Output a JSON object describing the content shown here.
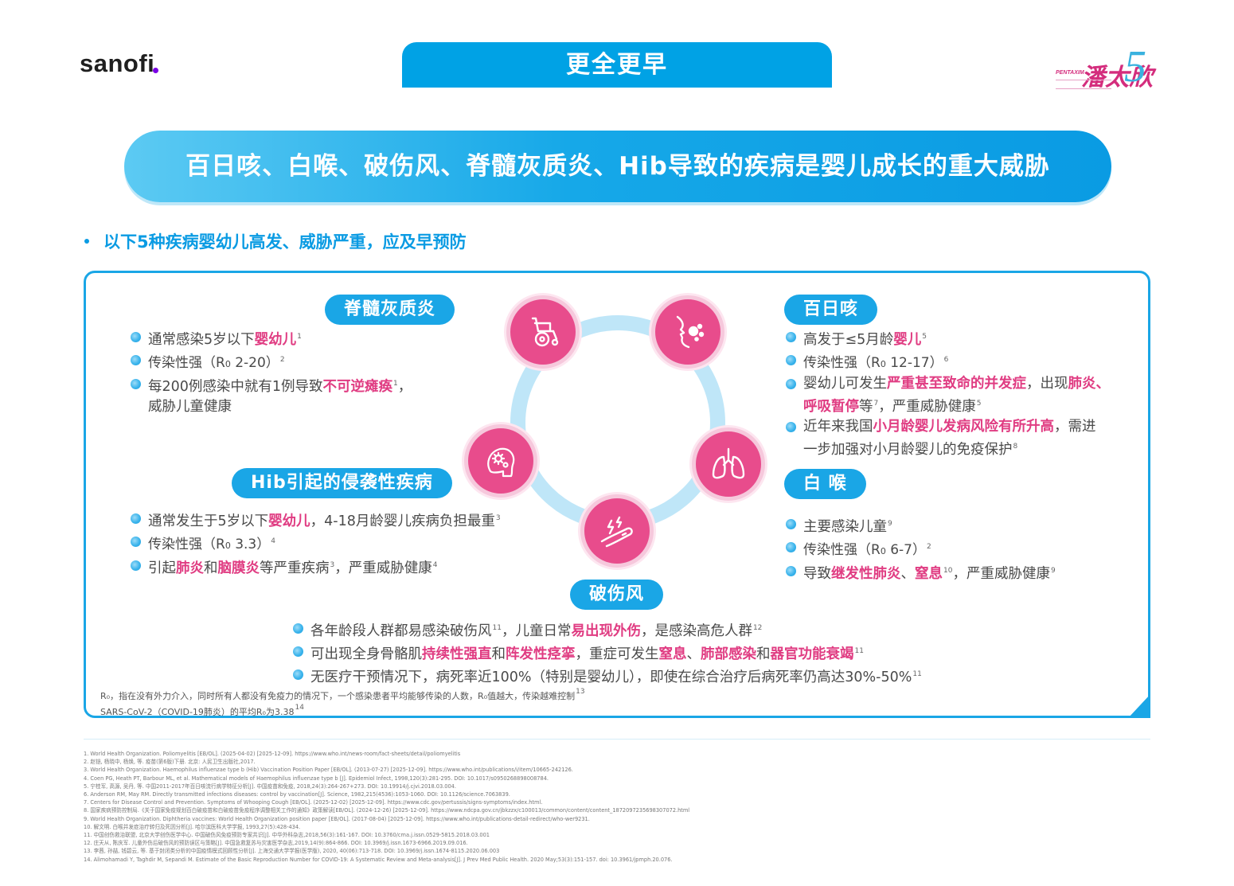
{
  "brand": {
    "name": "sanofi"
  },
  "header": {
    "tab_title": "更全更早"
  },
  "product_logo": {
    "latin": "PENTAXIM",
    "cn": "潘太欣",
    "number": "5"
  },
  "banner": {
    "title": "百日咳、白喉、破伤风、脊髓灰质炎、Hib导致的疾病是婴儿成长的重大威胁"
  },
  "subheading": "以下5种疾病婴幼儿高发、威胁严重，应及早预防",
  "colors": {
    "accent_blue": "#1aa6e6",
    "highlight_pink": "#e03c82",
    "icon_pink": "#e84c8c"
  },
  "icons": [
    "wheelchair-icon",
    "cough-icon",
    "lungs-icon",
    "wound-icon",
    "bacteria-icon"
  ],
  "diseases": {
    "polio": {
      "name": "脊髓灰质炎",
      "b1_pre": "通常感染5岁以下",
      "b1_hl": "婴幼儿",
      "b1_sup": "1",
      "b2_pre": "传染性强（R",
      "b2_sub": "0",
      "b2_post": " 2-20）",
      "b2_sup": "2",
      "b3_pre": "每200例感染中就有1例导致",
      "b3_hl": "不可逆瘫痪",
      "b3_sup": "1",
      "b3_post": "，",
      "b3_line2": "威胁儿童健康"
    },
    "hib": {
      "name": "Hib引起的侵袭性疾病",
      "b1_pre": "通常发生于5岁以下",
      "b1_hl": "婴幼儿",
      "b1_post": "，4-18月龄婴儿疾病负担最重",
      "b1_sup": "3",
      "b2_pre": "传染性强（R",
      "b2_sub": "0",
      "b2_post": " 3.3）",
      "b2_sup": "4",
      "b3_pre": "引起",
      "b3_hl1": "肺炎",
      "b3_mid": "和",
      "b3_hl2": "脑膜炎",
      "b3_post1": "等严重疾病",
      "b3_sup1": "3",
      "b3_post2": "，严重威胁健康",
      "b3_sup2": "4"
    },
    "pertussis": {
      "name": "百日咳",
      "b1_pre": "高发于≤5月龄",
      "b1_hl": "婴儿",
      "b1_sup": "5",
      "b2_pre": "传染性强（R",
      "b2_sub": "0",
      "b2_post": " 12-17）",
      "b2_sup": "6",
      "b3_pre": "婴幼儿可发生",
      "b3_hl1": "严重甚至致命的并发症",
      "b3_mid": "，出现",
      "b3_hl2": "肺炎、",
      "b3_l2_hl": "呼吸暂停",
      "b3_l2_mid": "等",
      "b3_l2_sup1": "7",
      "b3_l2_post": "，严重威胁健康",
      "b3_l2_sup2": "5",
      "b4_pre": "近年来我国",
      "b4_hl": "小月龄婴儿发病风险有所升高",
      "b4_post": "，需进",
      "b4_line2": "一步加强对小月龄婴儿的免疫保护",
      "b4_sup": "8"
    },
    "diphtheria": {
      "name": "白 喉",
      "b1": "主要感染儿童",
      "b1_sup": "9",
      "b2_pre": "传染性强（R",
      "b2_sub": "0",
      "b2_post": " 6-7）",
      "b2_sup": "2",
      "b3_pre": "导致",
      "b3_hl1": "继发性肺炎",
      "b3_mid": "、",
      "b3_hl2": "窒息",
      "b3_sup1": "10",
      "b3_post": "，严重威胁健康",
      "b3_sup2": "9"
    },
    "tetanus": {
      "name": "破伤风",
      "b1_pre": "各年龄段人群都易感染破伤风",
      "b1_sup1": "11",
      "b1_mid": "，儿童日常",
      "b1_hl": "易出现外伤",
      "b1_post": "，是感染高危人群",
      "b1_sup2": "12",
      "b2_pre": "可出现全身骨骼肌",
      "b2_hl1": "持续性强直",
      "b2_mid1": "和",
      "b2_hl2": "阵发性痉挛",
      "b2_mid2": "，重症可发生",
      "b2_hl3": "窒息",
      "b2_mid3": "、",
      "b2_hl4": "肺部感染",
      "b2_mid4": "和",
      "b2_hl5": "器官功能衰竭",
      "b2_sup": "11",
      "b3": "无医疗干预情况下，病死率近100%（特别是婴幼儿），即使在综合治疗后病死率仍高达30%-50%",
      "b3_sup": "11"
    }
  },
  "footnote": {
    "line1": "R₀，指在没有外力介入，同时所有人都没有免疫力的情况下，一个感染患者平均能够传染的人数，R₀值越大，传染越难控制",
    "line1_sup": "13",
    "line2": "SARS-CoV-2（COVID-19肺炎）的平均R₀为3.38",
    "line2_sup": "14"
  },
  "references": [
    "1. World Health Organization. Poliomyelitis [EB/OL]. (2025-04-02) [2025-12-09]. https://www.who.int/news-room/fact-sheets/detail/poliomyelitis",
    "2. 赵铠, 杨晓中, 杨焕, 等. 疫苗(第6版)下册. 北京: 人民卫生出版社,2017.",
    "3. World Health Organization. Haemophilus influenzae type b (Hib) Vaccination Position Paper [EB/OL]. (2013-07-27) [2025-12-09]. https://www.who.int/publications/i/item/10665-242126.",
    "4. Coen PG, Heath PT, Barbour ML, et al. Mathematical models of Haemophilus influenzae type b [J]. Epidemiol Infect, 1998,120(3):281-295. DOI: 10.1017/s0950268898008784.",
    "5. 宁桂军, 高源, 吴丹, 等. 中国2011-2017年百日咳流行病学特征分析[J]. 中国疫苗和免疫, 2018,24(3):264-267+273. DOI: 10.19914/j.cjvi.2018.03.004.",
    "6. Anderson RM, May RM. Directly transmitted infections diseases: control by vaccination[J]. Science, 1982,215(4536):1053-1060. DOI: 10.1126/science.7063839.",
    "7. Centers for Disease Control and Prevention. Symptoms of Whooping Cough [EB/OL]. (2025-12-02) [2025-12-09]. https://www.cdc.gov/pertussis/signs-symptoms/index.html.",
    "8. 国家疾病预防控制局.《关于国家免疫规划百白破疫苗和白破疫苗免疫程序调整相关工作的通知》政策解读[EB/OL]. (2024-12-26) [2025-12-09]. https://www.ndcpa.gov.cn/jbkzzx/c100013/common/content/content_1872097235698307072.html",
    "9. World Health Organization. Diphtheria vaccines: World Health Organization position paper [EB/OL]. (2017-08-04) [2025-12-09]. https://www.who.int/publications-detail-redirect/who-wer9231.",
    "10. 解文明. 白喉并发症治疗转归及死因分析[J]. 哈尔滨医科大学学报, 1993,27(5):428-434.",
    "11. 中国创伤救治联盟, 北京大学创伤医学中心. 中国破伤风免疫预防专家共识[J]. 中华外科杂志,2018,56(3):161-167. DOI: 10.3760/cma.j.issn.0529-5815.2018.03.001",
    "12. 庄天从, 陈庆军. 儿童外伤后破伤风的预防误区与策略[J]. 中国急救复苏与灾害医学杂志,2019,14(9):864-866. DOI: 10.3969/j.issn.1673-6966.2019.09.016.",
    "13. 李茜, 孙喆, 钱碧云, 等. 基于封闭类分析的中国疫情模式回顾性分析[J]. 上海交通大学学报(医学版), 2020, 40(06):713-718. DOI: 10.3969/j.issn.1674-8115.2020.06.003",
    "14. Alimohamadi Y, Taghdir M, Sepandi M. Estimate of the Basic Reproduction Number for COVID-19: A Systematic Review and Meta-analysis[J]. J Prev Med Public Health. 2020 May;53(3):151-157. doi: 10.3961/jpmph.20.076."
  ]
}
